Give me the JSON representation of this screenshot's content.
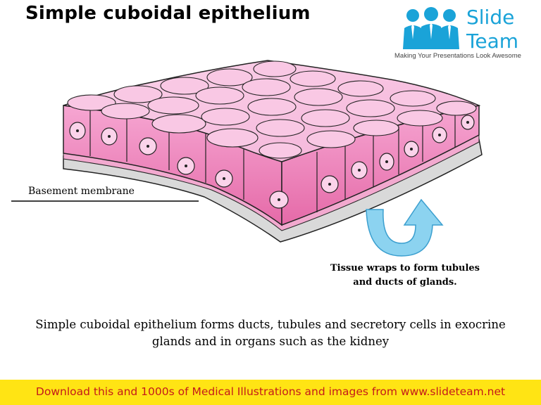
{
  "title": "Simple cuboidal epithelium",
  "logo": {
    "word1": "Slide",
    "word2": "Team",
    "tagline": "Making Your Presentations Look Awesome"
  },
  "labels": {
    "basement_membrane": "Basement membrane",
    "wrap_note_line1": "Tissue wraps to form tubules",
    "wrap_note_line2": "and ducts of glands."
  },
  "caption": {
    "line1": "Simple cuboidal epithelium forms ducts, tubules and secretory cells in exocrine",
    "line2": "glands and in organs such as the kidney"
  },
  "footer": {
    "text": "Download this and 1000s of Medical Illustrations and images from www.slideteam.net"
  },
  "colors": {
    "cell_top": "#f7bfe0",
    "cell_front": "#f28ec4",
    "membrane": "#d9d9d9",
    "arrow": "#8cd3f0",
    "logo_blue": "#1aa3d8",
    "footer_bg": "#ffe414",
    "footer_text": "#c41a1a"
  }
}
